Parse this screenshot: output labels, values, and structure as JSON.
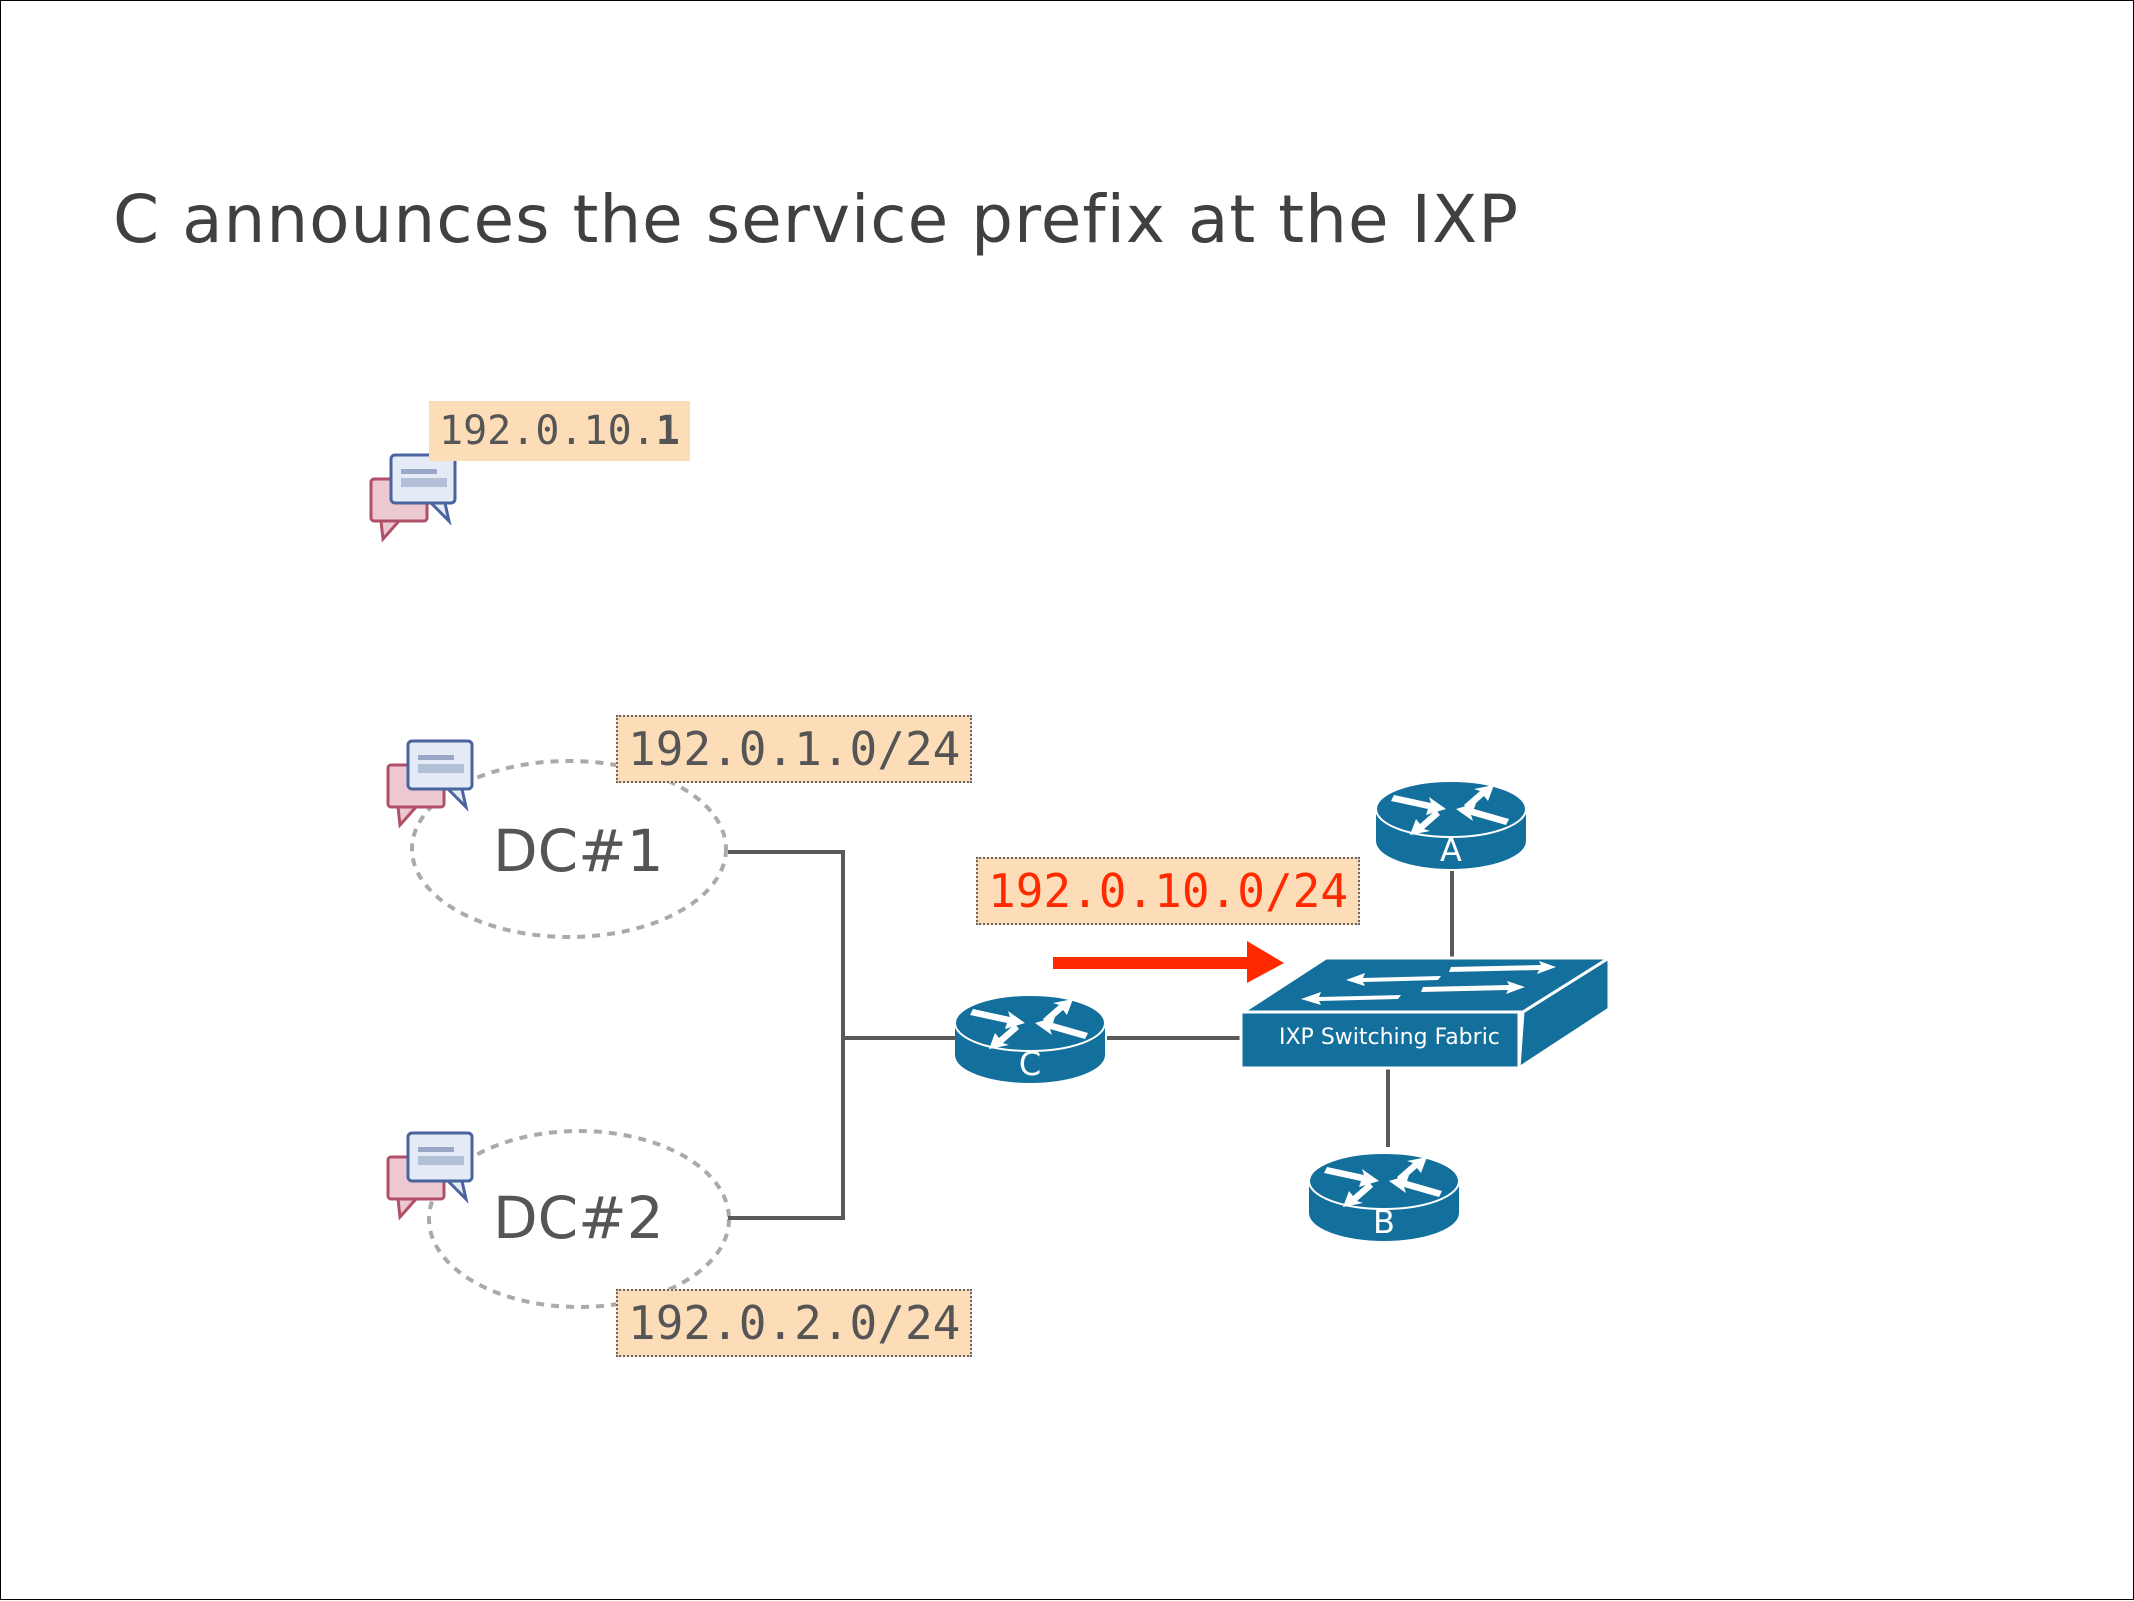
{
  "slide": {
    "title": "C announces the service prefix at the IXP"
  },
  "labels": {
    "service_address": "192.0.10.",
    "service_address_host": "1",
    "dc1_prefix": "192.0.1.0/24",
    "dc2_prefix": "192.0.2.0/24",
    "announced_prefix": "192.0.10.0/24"
  },
  "nodes": {
    "dc1": "DC#1",
    "dc2": "DC#2",
    "router_a": "A",
    "router_b": "B",
    "router_c": "C",
    "switch": "IXP Switching Fabric"
  },
  "icons": {
    "speech_bubbles": "chat-bubbles-icon",
    "router": "router-icon",
    "switch": "switch-icon",
    "announce_arrow": "arrow-right-icon"
  },
  "colors": {
    "device_blue": "#136f9c",
    "label_fill": "#fddcb8",
    "announce_red": "#ff2a00",
    "line_gray": "#595959",
    "title_gray": "#404040"
  }
}
